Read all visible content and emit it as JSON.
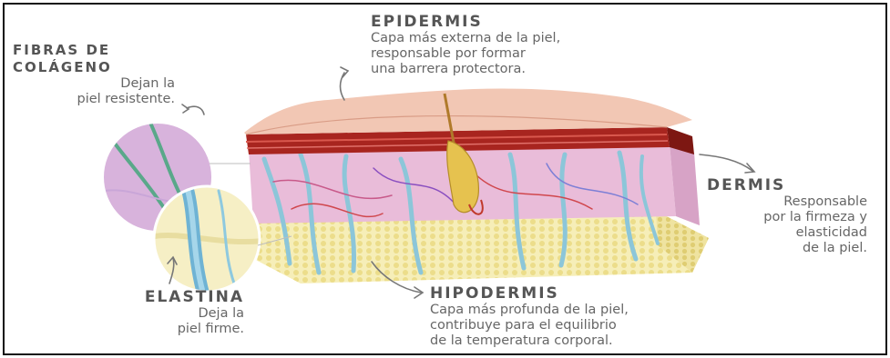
{
  "labels": {
    "epidermis": {
      "title": "EPIDERMIS",
      "lines": [
        "Capa más externa de la piel,",
        "responsable por formar",
        "una barrera protectora."
      ]
    },
    "fibras": {
      "title_lines": [
        "FIBRAS DE",
        "COLÁGENO"
      ],
      "lines": [
        "Dejan la",
        "piel resistente."
      ]
    },
    "dermis": {
      "title": "DERMIS",
      "lines": [
        "Responsable",
        "por la firmeza y",
        "elasticidad",
        "de la piel."
      ]
    },
    "elastina": {
      "title": "ELASTINA",
      "lines": [
        "Deja la",
        "piel firme."
      ]
    },
    "hipodermis": {
      "title": "HIPODERMIS",
      "lines": [
        "Capa más profunda de la piel,",
        "contribuye para el equilibrio",
        "de la temperatura corporal."
      ]
    }
  },
  "colors": {
    "epidermis": "#f2c7b4",
    "dermis": "#e7b6d8",
    "hipodermis": "#f5ecb0",
    "blood_layer": "#a8251f",
    "fiber_blue": "#8cc6d9",
    "collagen_green": "#5aa88a",
    "hair": "#c9a63a",
    "text": "#555555"
  }
}
